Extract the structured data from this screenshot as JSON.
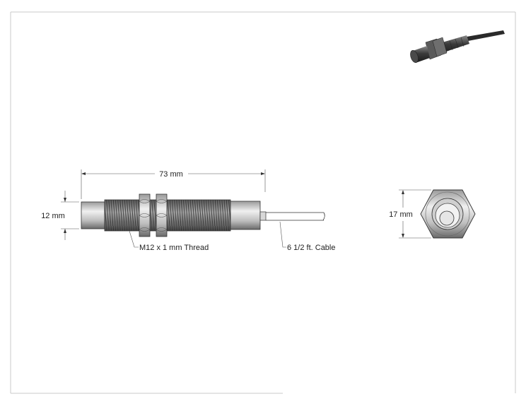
{
  "drawing": {
    "overall_length": "73 mm",
    "body_diameter": "12 mm",
    "thread_spec": "M12 x 1 mm Thread",
    "cable_length": "6 1/2 ft. Cable",
    "across_flats": "17 mm"
  },
  "colors": {
    "frame": "#c8c8c8",
    "line": "#333333",
    "thread_fill": "#7a7a7a",
    "metal_light": "#e0e0e0",
    "metal_dark": "#555555"
  },
  "icons": {
    "iso_view": "proximity-sensor-isometric"
  }
}
